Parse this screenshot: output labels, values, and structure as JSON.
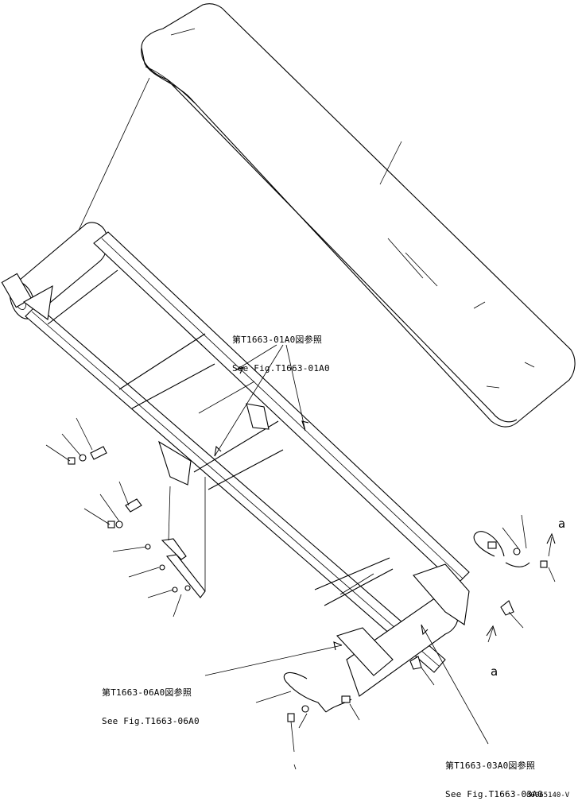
{
  "callouts": {
    "fig01": {
      "ja": "第T1663-01A0図参照",
      "en": "See Fig.T1663-01A0"
    },
    "fig06": {
      "ja": "第T1663-06A0図参照",
      "en": "See Fig.T1663-06A0"
    },
    "fig03": {
      "ja": "第T1663-03A0図参照",
      "en": "See Fig.T1663-03A0"
    }
  },
  "markers": {
    "a_top": "a",
    "a_bottom": "a"
  },
  "drawing_code": "00065140-V"
}
